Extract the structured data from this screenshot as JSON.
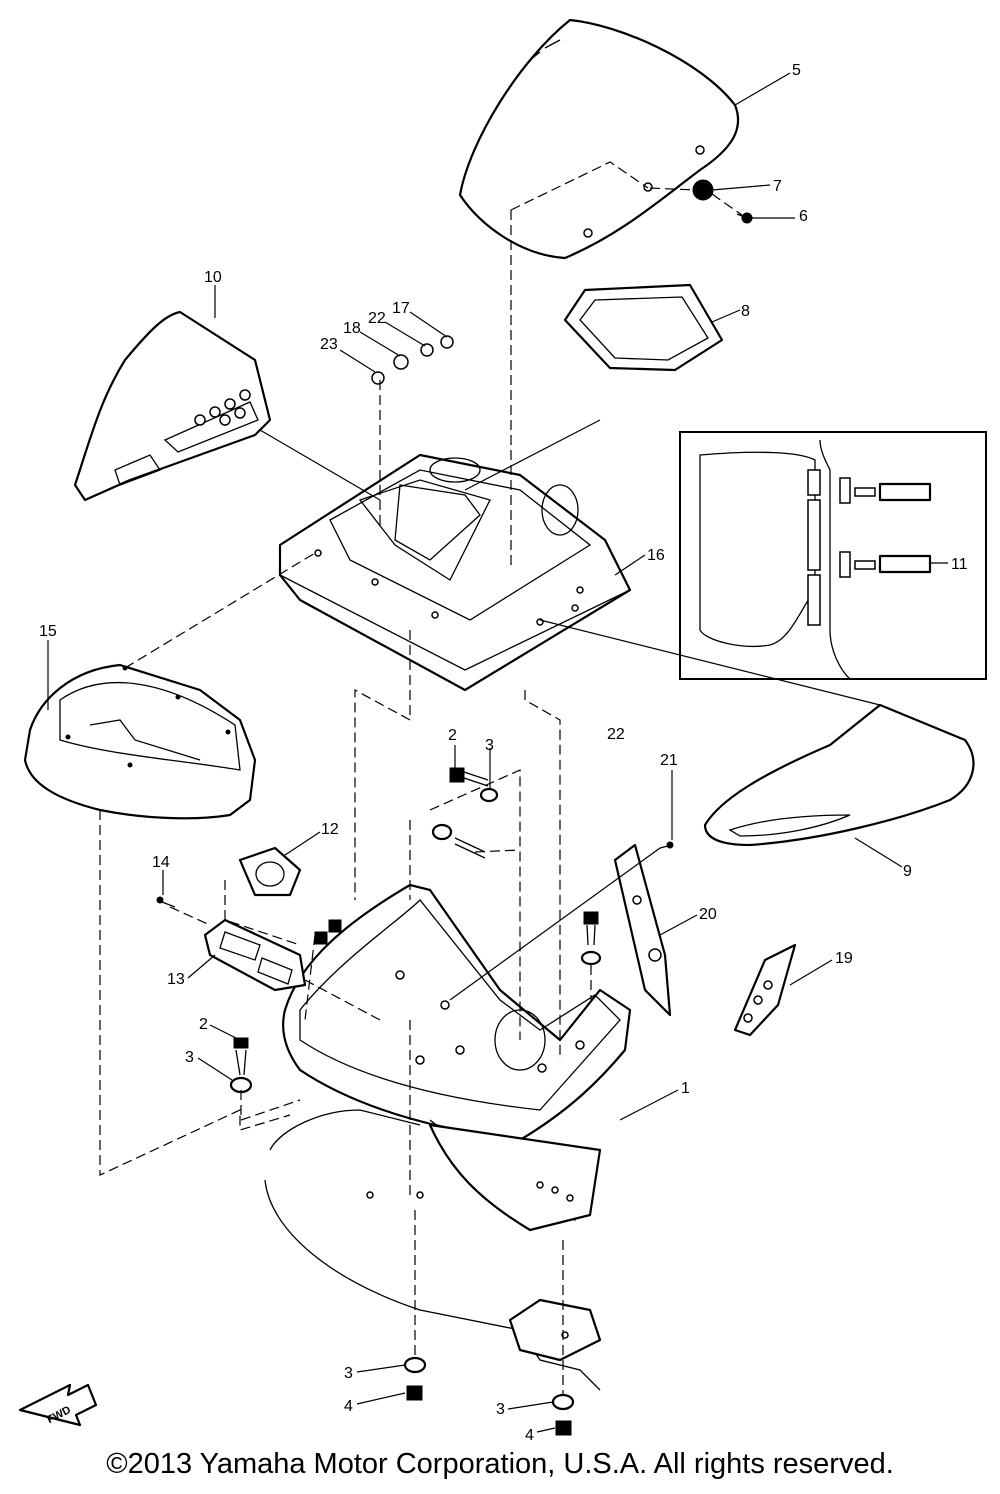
{
  "labels": {
    "p1": "1",
    "p2a": "2",
    "p2b": "2",
    "p3a": "3",
    "p3b": "3",
    "p3c": "3",
    "p3d": "3",
    "p4a": "4",
    "p4b": "4",
    "p5": "5",
    "p6": "6",
    "p7": "7",
    "p8": "8",
    "p9": "9",
    "p10": "10",
    "p11": "11",
    "p12": "12",
    "p13": "13",
    "p14": "14",
    "p15": "15",
    "p16": "16",
    "p17": "17",
    "p18": "18",
    "p19": "19",
    "p20": "20",
    "p21": "21",
    "p22a": "22",
    "p22b": "22",
    "p23": "23"
  },
  "fwd_label": "FWD",
  "copyright": "©2013 Yamaha Motor Corporation, U.S.A. All rights reserved."
}
